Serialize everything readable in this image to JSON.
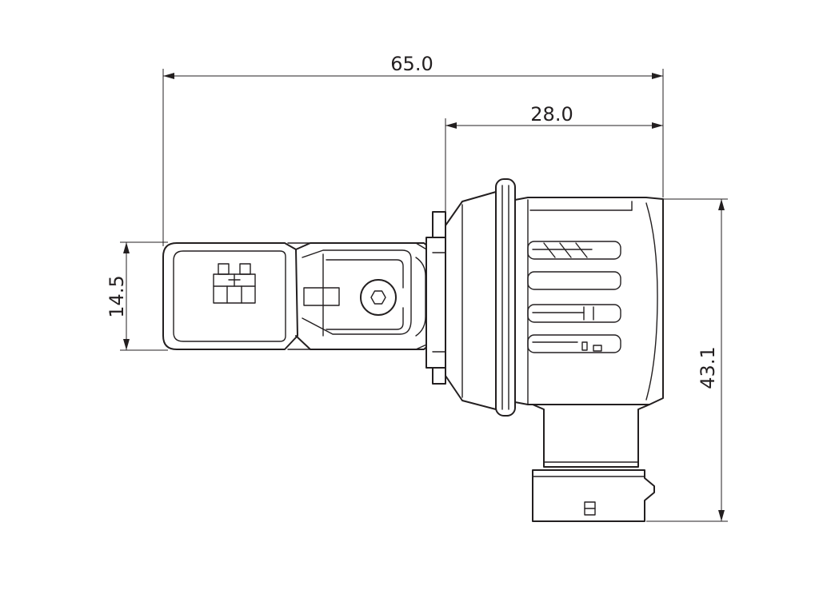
{
  "dimensions": {
    "overall_length": "65.0",
    "base_length": "28.0",
    "heatsink_width": "14.5",
    "overall_height": "43.1"
  }
}
